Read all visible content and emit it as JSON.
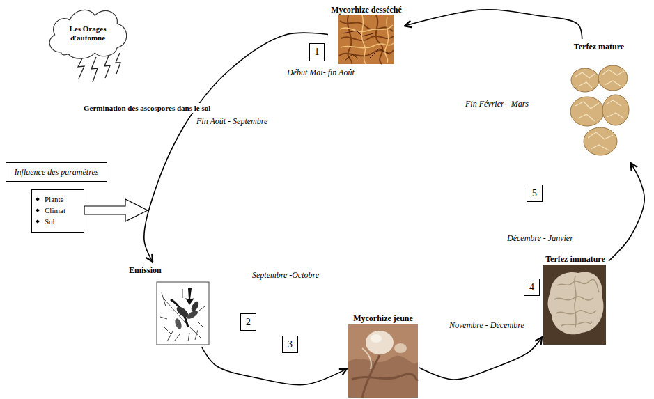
{
  "diagram": {
    "nodes": [
      {
        "text": [
          "Les Orages d'automne"
        ]
      },
      {
        "text": [
          "Mycorhize desséché"
        ]
      },
      {
        "text": [
          "1"
        ]
      },
      {
        "text": [
          "Influence des paramètres"
        ]
      },
      {
        "text": [
          "Plante",
          "Climat",
          "Sol"
        ]
      },
      {
        "text": [
          "Emission"
        ]
      },
      {
        "text": [
          "2"
        ]
      },
      {
        "text": [
          "Mycorhize jeune"
        ]
      },
      {
        "text": [
          "3"
        ]
      },
      {
        "text": [
          "Terfez immature"
        ]
      },
      {
        "text": [
          "4"
        ]
      },
      {
        "text": [
          "Terfez mature"
        ]
      },
      {
        "text": [
          "5"
        ]
      }
    ],
    "edges": [
      {
        "from": 1,
        "to": 5,
        "arrow": "to"
      },
      {
        "from": 5,
        "to": 7,
        "arrow": "to"
      },
      {
        "from": 7,
        "to": 9,
        "arrow": "to"
      },
      {
        "from": 9,
        "to": 11,
        "arrow": "to"
      },
      {
        "from": 11,
        "to": 1,
        "arrow": "to"
      }
    ],
    "labels": [
      "Début Mai- fin Août",
      "Germination des ascospores dans le sol",
      "Fin Août - Septembre",
      "Septembre -Octobre",
      "Novembre - Décembre",
      "Décembre - Janvier",
      "Fin Février - Mars"
    ]
  }
}
